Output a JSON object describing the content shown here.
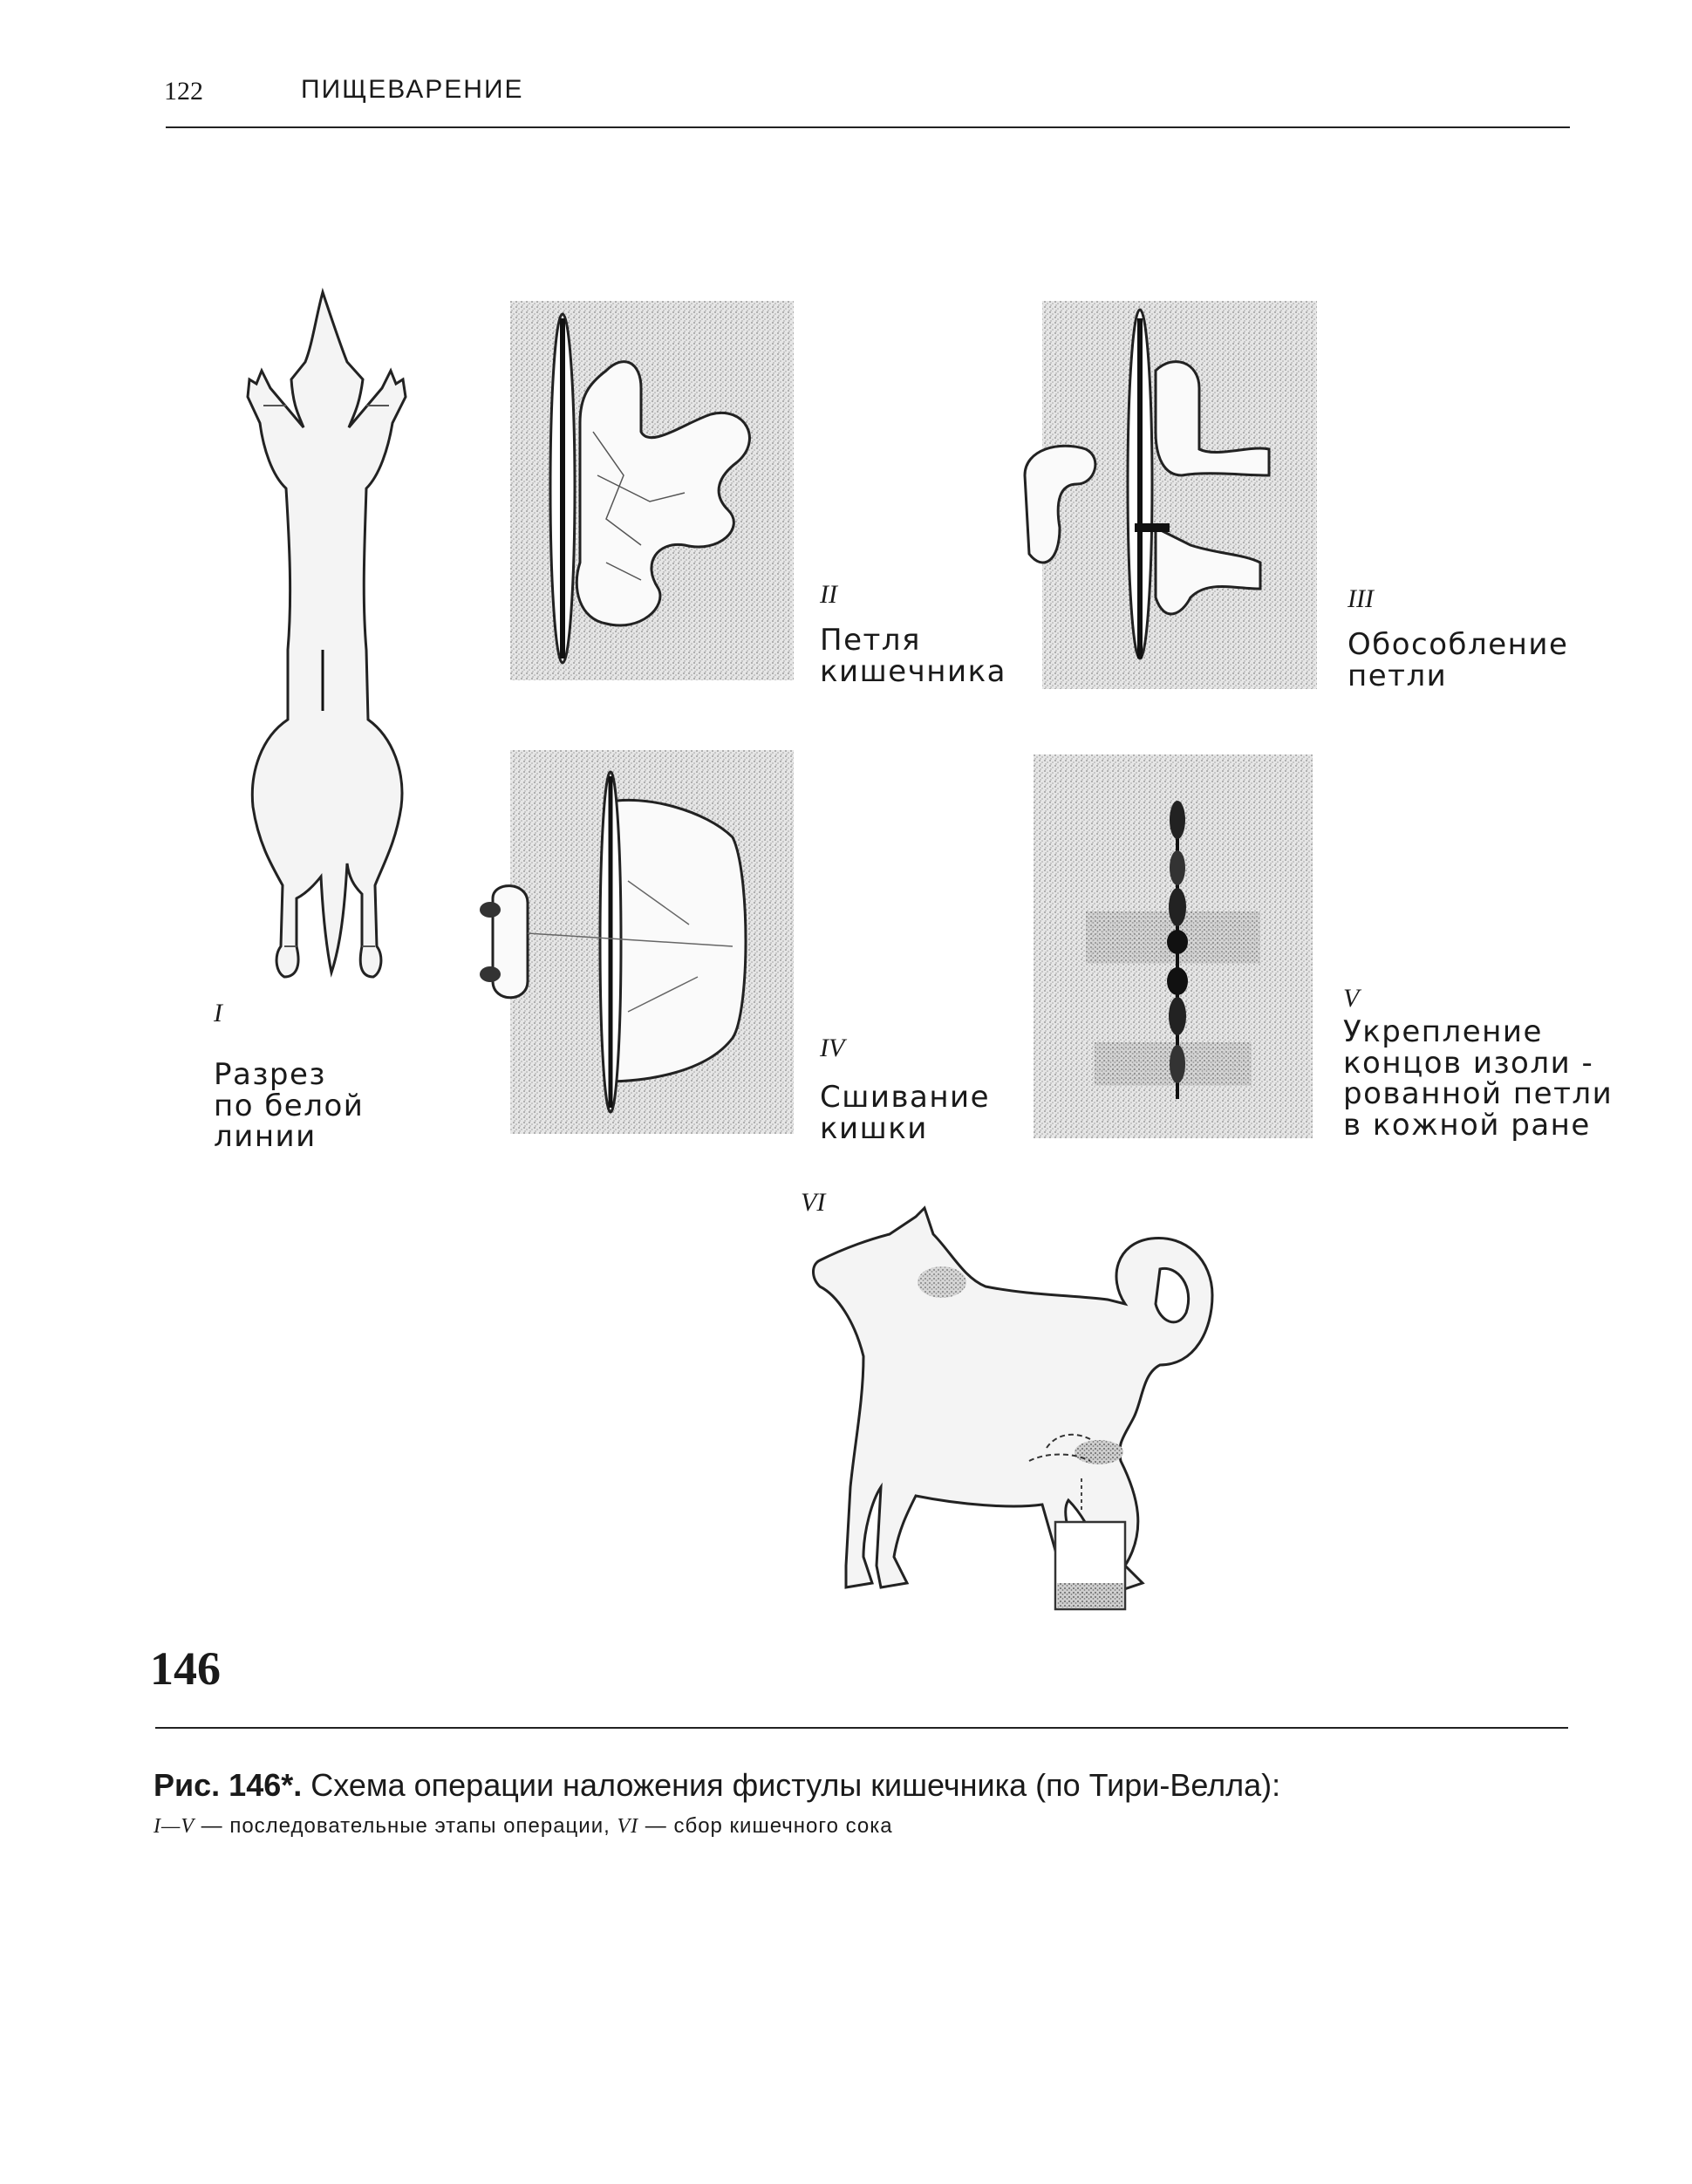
{
  "header": {
    "page_number": "122",
    "section_title": "ПИЩЕВАРЕНИЕ"
  },
  "figure": {
    "number": "146",
    "panels": [
      {
        "roman": "I",
        "lines": [
          "Разрез",
          "по белой",
          "линии"
        ]
      },
      {
        "roman": "II",
        "lines": [
          "Петля",
          "кишечника"
        ]
      },
      {
        "roman": "III",
        "lines": [
          "Обособление",
          "петли"
        ]
      },
      {
        "roman": "IV",
        "lines": [
          "Сшивание",
          "кишки"
        ]
      },
      {
        "roman": "V",
        "lines": [
          "Укрепление",
          "концов изоли -",
          "рованной петли",
          "в кожной ране"
        ]
      },
      {
        "roman": "VI",
        "lines": []
      }
    ]
  },
  "caption": {
    "lead": "Рис. 146*.",
    "text": " Схема операции наложения фистулы кишечника (по Тири-Велла):",
    "range": "I—V",
    "sub_text": " — последовательные этапы операции, ",
    "vi": "VI",
    "sub_text2": " — сбор кишечного сока"
  }
}
